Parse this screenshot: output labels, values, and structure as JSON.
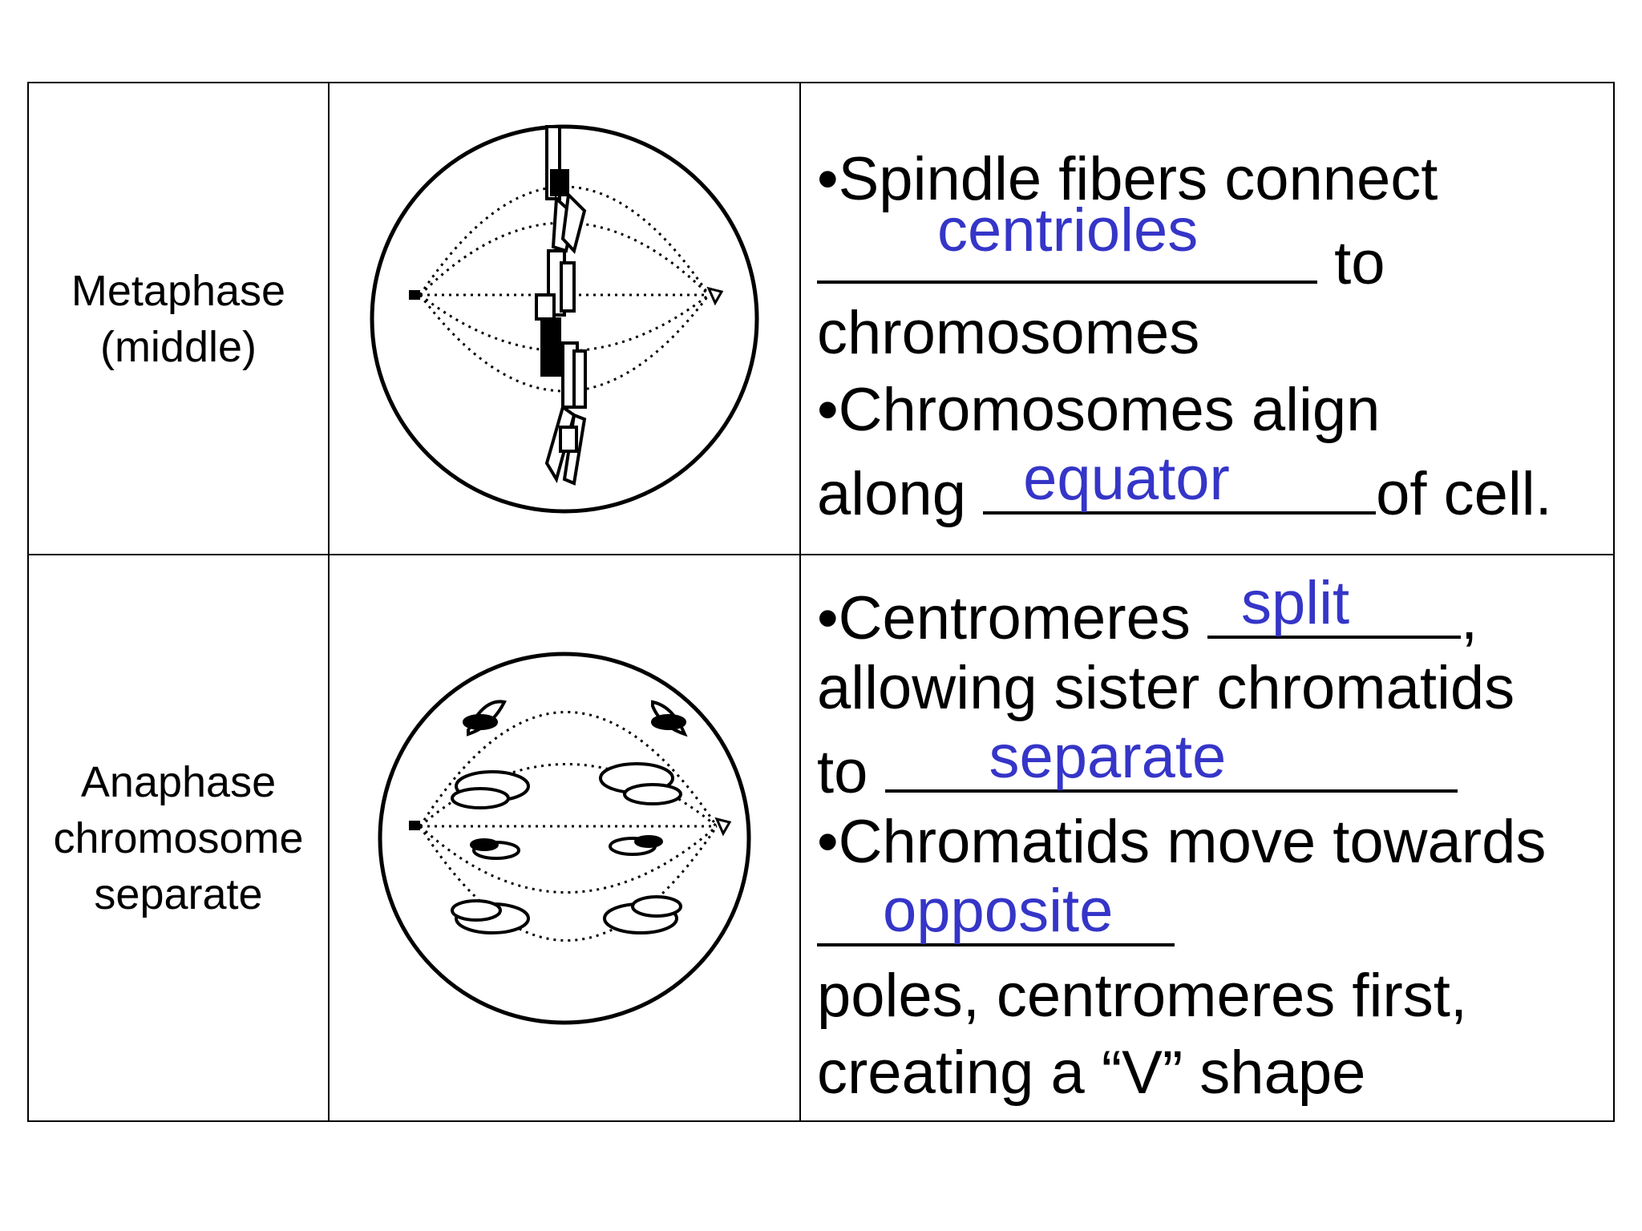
{
  "rows": {
    "metaphase": {
      "phase_line1": "Metaphase",
      "phase_line2": "(middle)",
      "notes": {
        "bullet1_text": "•Spindle fibers connect",
        "answer1": "centrioles",
        "after1": " to",
        "line3": "chromosomes",
        "bullet2_text": "•Chromosomes align",
        "along": "along ",
        "answer2": "equator",
        "after2": "of cell."
      }
    },
    "anaphase": {
      "phase_line1": "Anaphase",
      "phase_line2": "chromosome",
      "phase_line3": "separate",
      "notes": {
        "bullet1_start": "•Centromeres ",
        "answer1": "split",
        "after1": ",",
        "line2": "allowing sister chromatids",
        "to": "to ",
        "answer2": "separate",
        "bullet2_text": "•Chromatids move towards",
        "answer3": "opposite",
        "line6": "poles, centromeres first,",
        "line7": "creating a “V” shape"
      }
    }
  },
  "colors": {
    "answer_text": "#3535c8",
    "border": "#000000"
  }
}
